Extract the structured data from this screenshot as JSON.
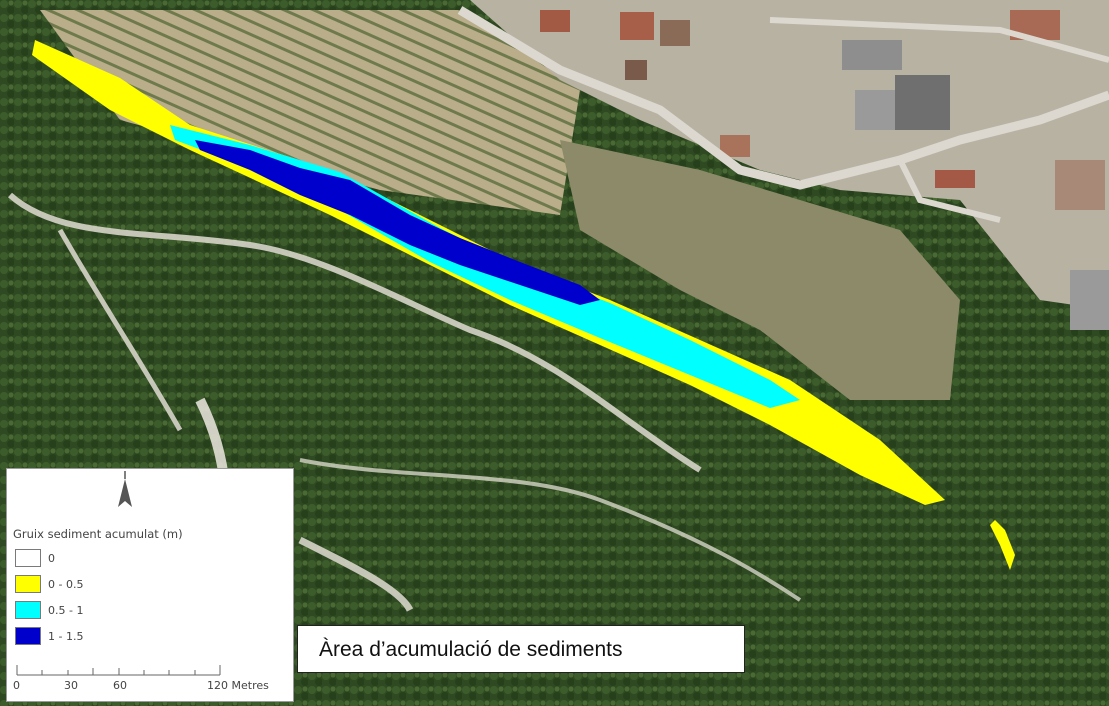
{
  "map": {
    "imagery": "aerial-orthophoto",
    "colors": {
      "forest": "#2f4a22",
      "fields": "#b7ae8b",
      "roads": "#d8d4cc",
      "class_0": "#ffffff",
      "class_0_0_5": "#ffff00",
      "class_0_5_1": "#00ffff",
      "class_1_1_5": "#0000cc"
    }
  },
  "legend": {
    "north_arrow_icon": "north-arrow-icon",
    "title": "Gruix sediment acumulat (m)",
    "classes": [
      {
        "label": "0",
        "color": "#ffffff"
      },
      {
        "label": "0 - 0.5",
        "color": "#ffff00"
      },
      {
        "label": "0.5 - 1",
        "color": "#00ffff"
      },
      {
        "label": "1 - 1.5",
        "color": "#0000cc"
      }
    ],
    "scale": {
      "ticks": [
        "0",
        "30",
        "60",
        "120 Metres"
      ]
    }
  },
  "annotation": {
    "text": "Àrea d’acumulació de sediments"
  }
}
